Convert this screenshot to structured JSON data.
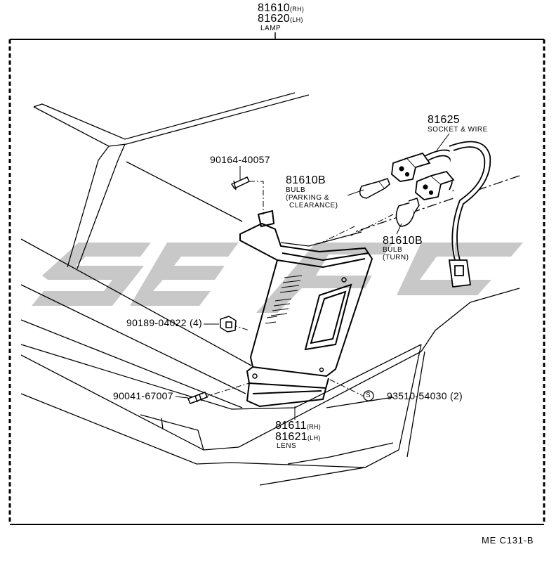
{
  "labels": {
    "lamp_rh": "81610",
    "lamp_rh_side": "(RH)",
    "lamp_lh": "81620",
    "lamp_lh_side": "(LH)",
    "lamp_name": "LAMP",
    "socket_pn": "81625",
    "socket_name": "SOCKET & WIRE",
    "screw_top_pn": "90164-40057",
    "bulb_park_pn": "81610B",
    "bulb_park_name": "BULB",
    "bulb_park_desc1": "(PARKING &",
    "bulb_park_desc2": "CLEARANCE)",
    "bulb_turn_pn": "81610B",
    "bulb_turn_name": "BULB",
    "bulb_turn_desc": "(TURN)",
    "nut_pn": "90189-04022 (4)",
    "screw_bottom_pn": "90041-67007",
    "s_marker": "S",
    "screw_s_pn": "93510-54030 (2)",
    "lens_rh": "81611",
    "lens_rh_side": "(RH)",
    "lens_lh": "81621",
    "lens_lh_side": "(LH)",
    "lens_name": "LENS",
    "diagram_code": "ME  C131-B"
  },
  "colors": {
    "ink": "#000000",
    "watermark": "#c8c8c8"
  }
}
